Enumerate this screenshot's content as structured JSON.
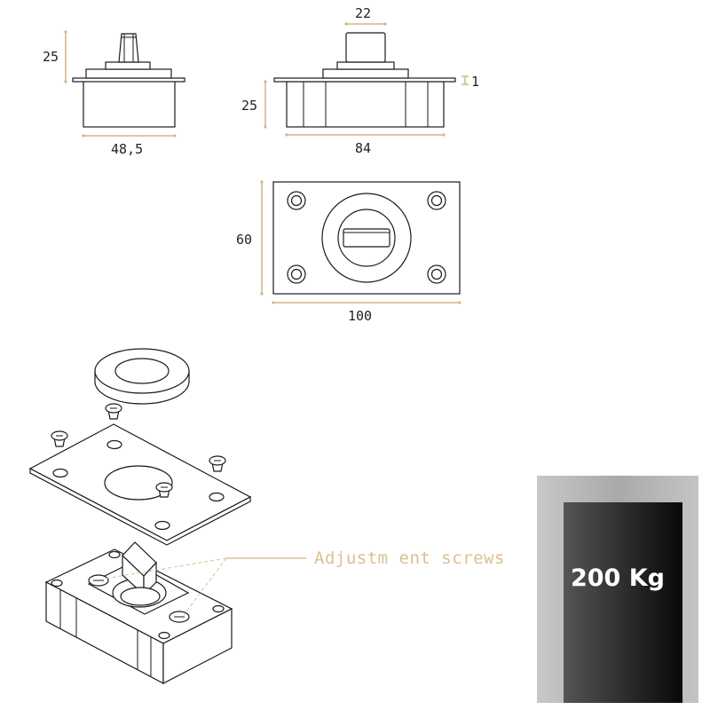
{
  "dimensions": {
    "side_view_height": "25",
    "side_view_width": "48,5",
    "front_view_knob_width": "22",
    "front_view_plate_thickness": "1",
    "front_view_height": "25",
    "front_view_width": "84",
    "top_view_height": "60",
    "top_view_width": "100"
  },
  "callout": {
    "label": "Adjustm ent screws"
  },
  "load_badge": {
    "label": "200 Kg"
  },
  "colors": {
    "dimension_line": "#d4b684",
    "callout_text": "#d9c08f",
    "drawing_line": "#1a1a1a",
    "badge_frame": "#b4b4b4",
    "badge_door": "#1c1c1c"
  }
}
